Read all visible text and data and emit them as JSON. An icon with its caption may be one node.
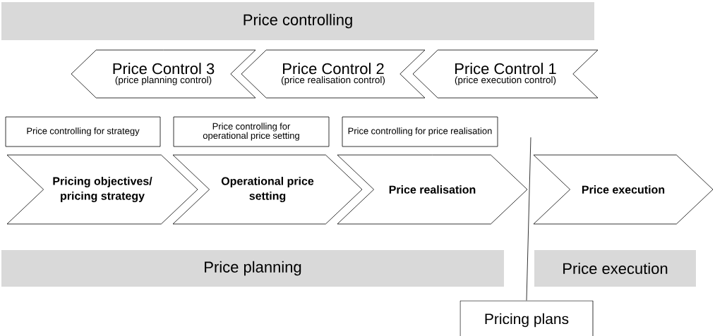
{
  "diagram": {
    "nodes": [
      {
        "text": [
          "Price controlling"
        ]
      },
      {
        "text": [
          "Price Control 3",
          "(price planning control)"
        ]
      },
      {
        "text": [
          "Price Control 2",
          "(price realisation control)"
        ]
      },
      {
        "text": [
          "Price Control 1",
          "(price execution control)"
        ]
      },
      {
        "text": [
          "Price controlling for strategy"
        ]
      },
      {
        "text": [
          "Price controlling for operational price setting"
        ]
      },
      {
        "text": [
          "Price controlling for price realisation"
        ]
      },
      {
        "text": [
          "Pricing objectives/ pricing strategy"
        ]
      },
      {
        "text": [
          "Operational price setting"
        ]
      },
      {
        "text": [
          "Price realisation"
        ]
      },
      {
        "text": [
          "Price execution"
        ]
      },
      {
        "text": [
          "Price planning"
        ]
      },
      {
        "text": [
          "Price execution"
        ]
      },
      {
        "text": [
          "Pricing plans"
        ]
      }
    ],
    "edges": [
      {
        "from": null,
        "to": 13,
        "arrow": "none"
      }
    ]
  }
}
